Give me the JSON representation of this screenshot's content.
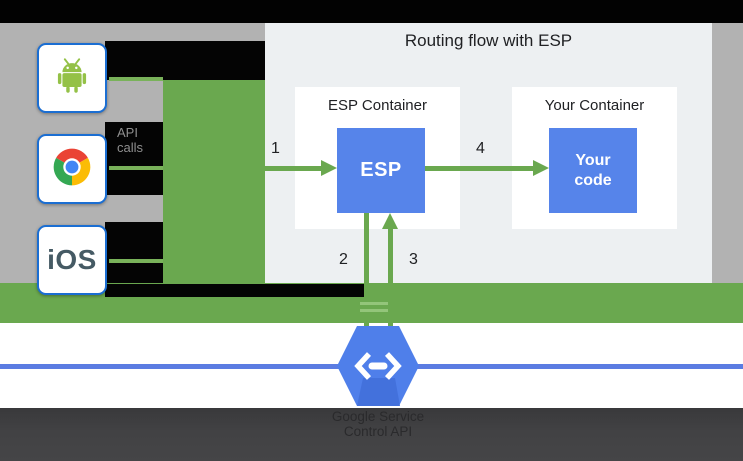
{
  "title": "Routing flow with ESP",
  "clients": {
    "android": {
      "icon": "android-icon"
    },
    "chrome": {
      "icon": "chrome-icon"
    },
    "ios": {
      "label": "iOS"
    }
  },
  "annotation": {
    "line1": "API",
    "line2": "calls"
  },
  "esp_container": {
    "title": "ESP Container",
    "box_label": "ESP"
  },
  "your_container": {
    "title": "Your Container",
    "box_line1": "Your",
    "box_line2": "code"
  },
  "steps": {
    "s1": "1",
    "s2": "2",
    "s3": "3",
    "s4": "4"
  },
  "footer": {
    "line1": "Google Service",
    "line2": "Control API"
  },
  "colors": {
    "green_bar": "#6aa84f",
    "connector_green": "#79b25a",
    "blue_box": "#5684ea",
    "hexagon_blue": "#4f7fea",
    "blue_line": "#5b7ce2",
    "background_gray": "#b2b2b2",
    "panel_bg": "#edf0f2",
    "top_bar": "#020202",
    "bottom_bar": "#414143",
    "client_border_blue": "#1b6ed2",
    "ios_text": "#455a64",
    "android_green": "#94c147",
    "chrome_red": "#ea4335",
    "chrome_green": "#34a853",
    "chrome_yellow": "#fbbc05",
    "chrome_blue": "#4285f4"
  }
}
